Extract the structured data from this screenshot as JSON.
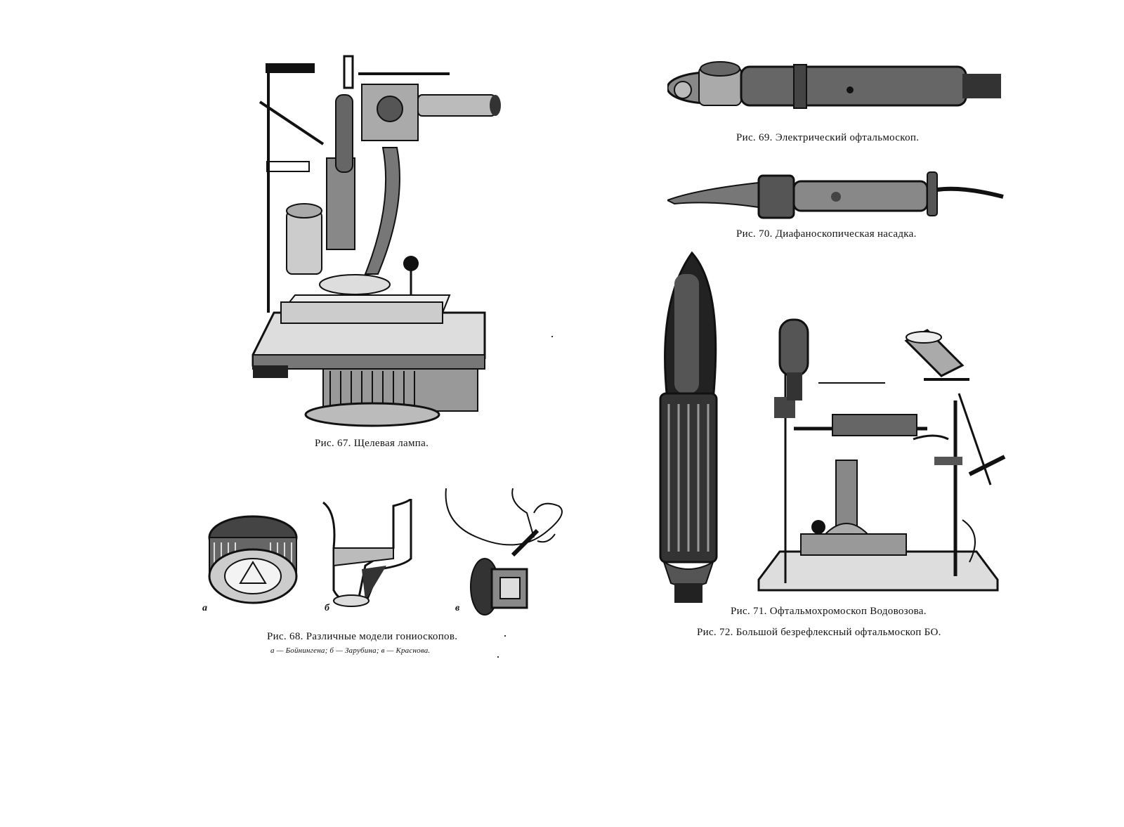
{
  "figures": {
    "fig67": {
      "caption": "Рис. 67. Щелевая лампа."
    },
    "fig68": {
      "caption": "Рис. 68. Различные модели гониоскопов.",
      "subcaption": "а — Бойнингена;  б — Зарубина;  в — Краснова.",
      "labels": [
        "а",
        "б",
        "в"
      ]
    },
    "fig69": {
      "caption": "Рис. 69. Электрический офтальмоскоп."
    },
    "fig70": {
      "caption": "Рис. 70. Диафаноскопическая насадка."
    },
    "fig71": {
      "caption": "Рис. 71. Офтальмохромоскоп Водовозова."
    },
    "fig72": {
      "caption": "Рис. 72. Большой безрефлексный офтальмоскоп БО."
    }
  },
  "icons": {
    "fig67": "slit-lamp-illustration",
    "fig68a": "goniolens-boyningen-illustration",
    "fig68b": "goniolens-zarubin-illustration",
    "fig68c": "goniolens-krasnov-illustration",
    "fig69": "electric-ophthalmoscope-illustration",
    "fig70": "diaphanoscope-attachment-illustration",
    "fig71": "ophthalmochromoscope-illustration",
    "fig72": "large-reflexless-ophthalmoscope-illustration"
  },
  "colors": {
    "ink": "#111111",
    "paper": "#ffffff"
  }
}
